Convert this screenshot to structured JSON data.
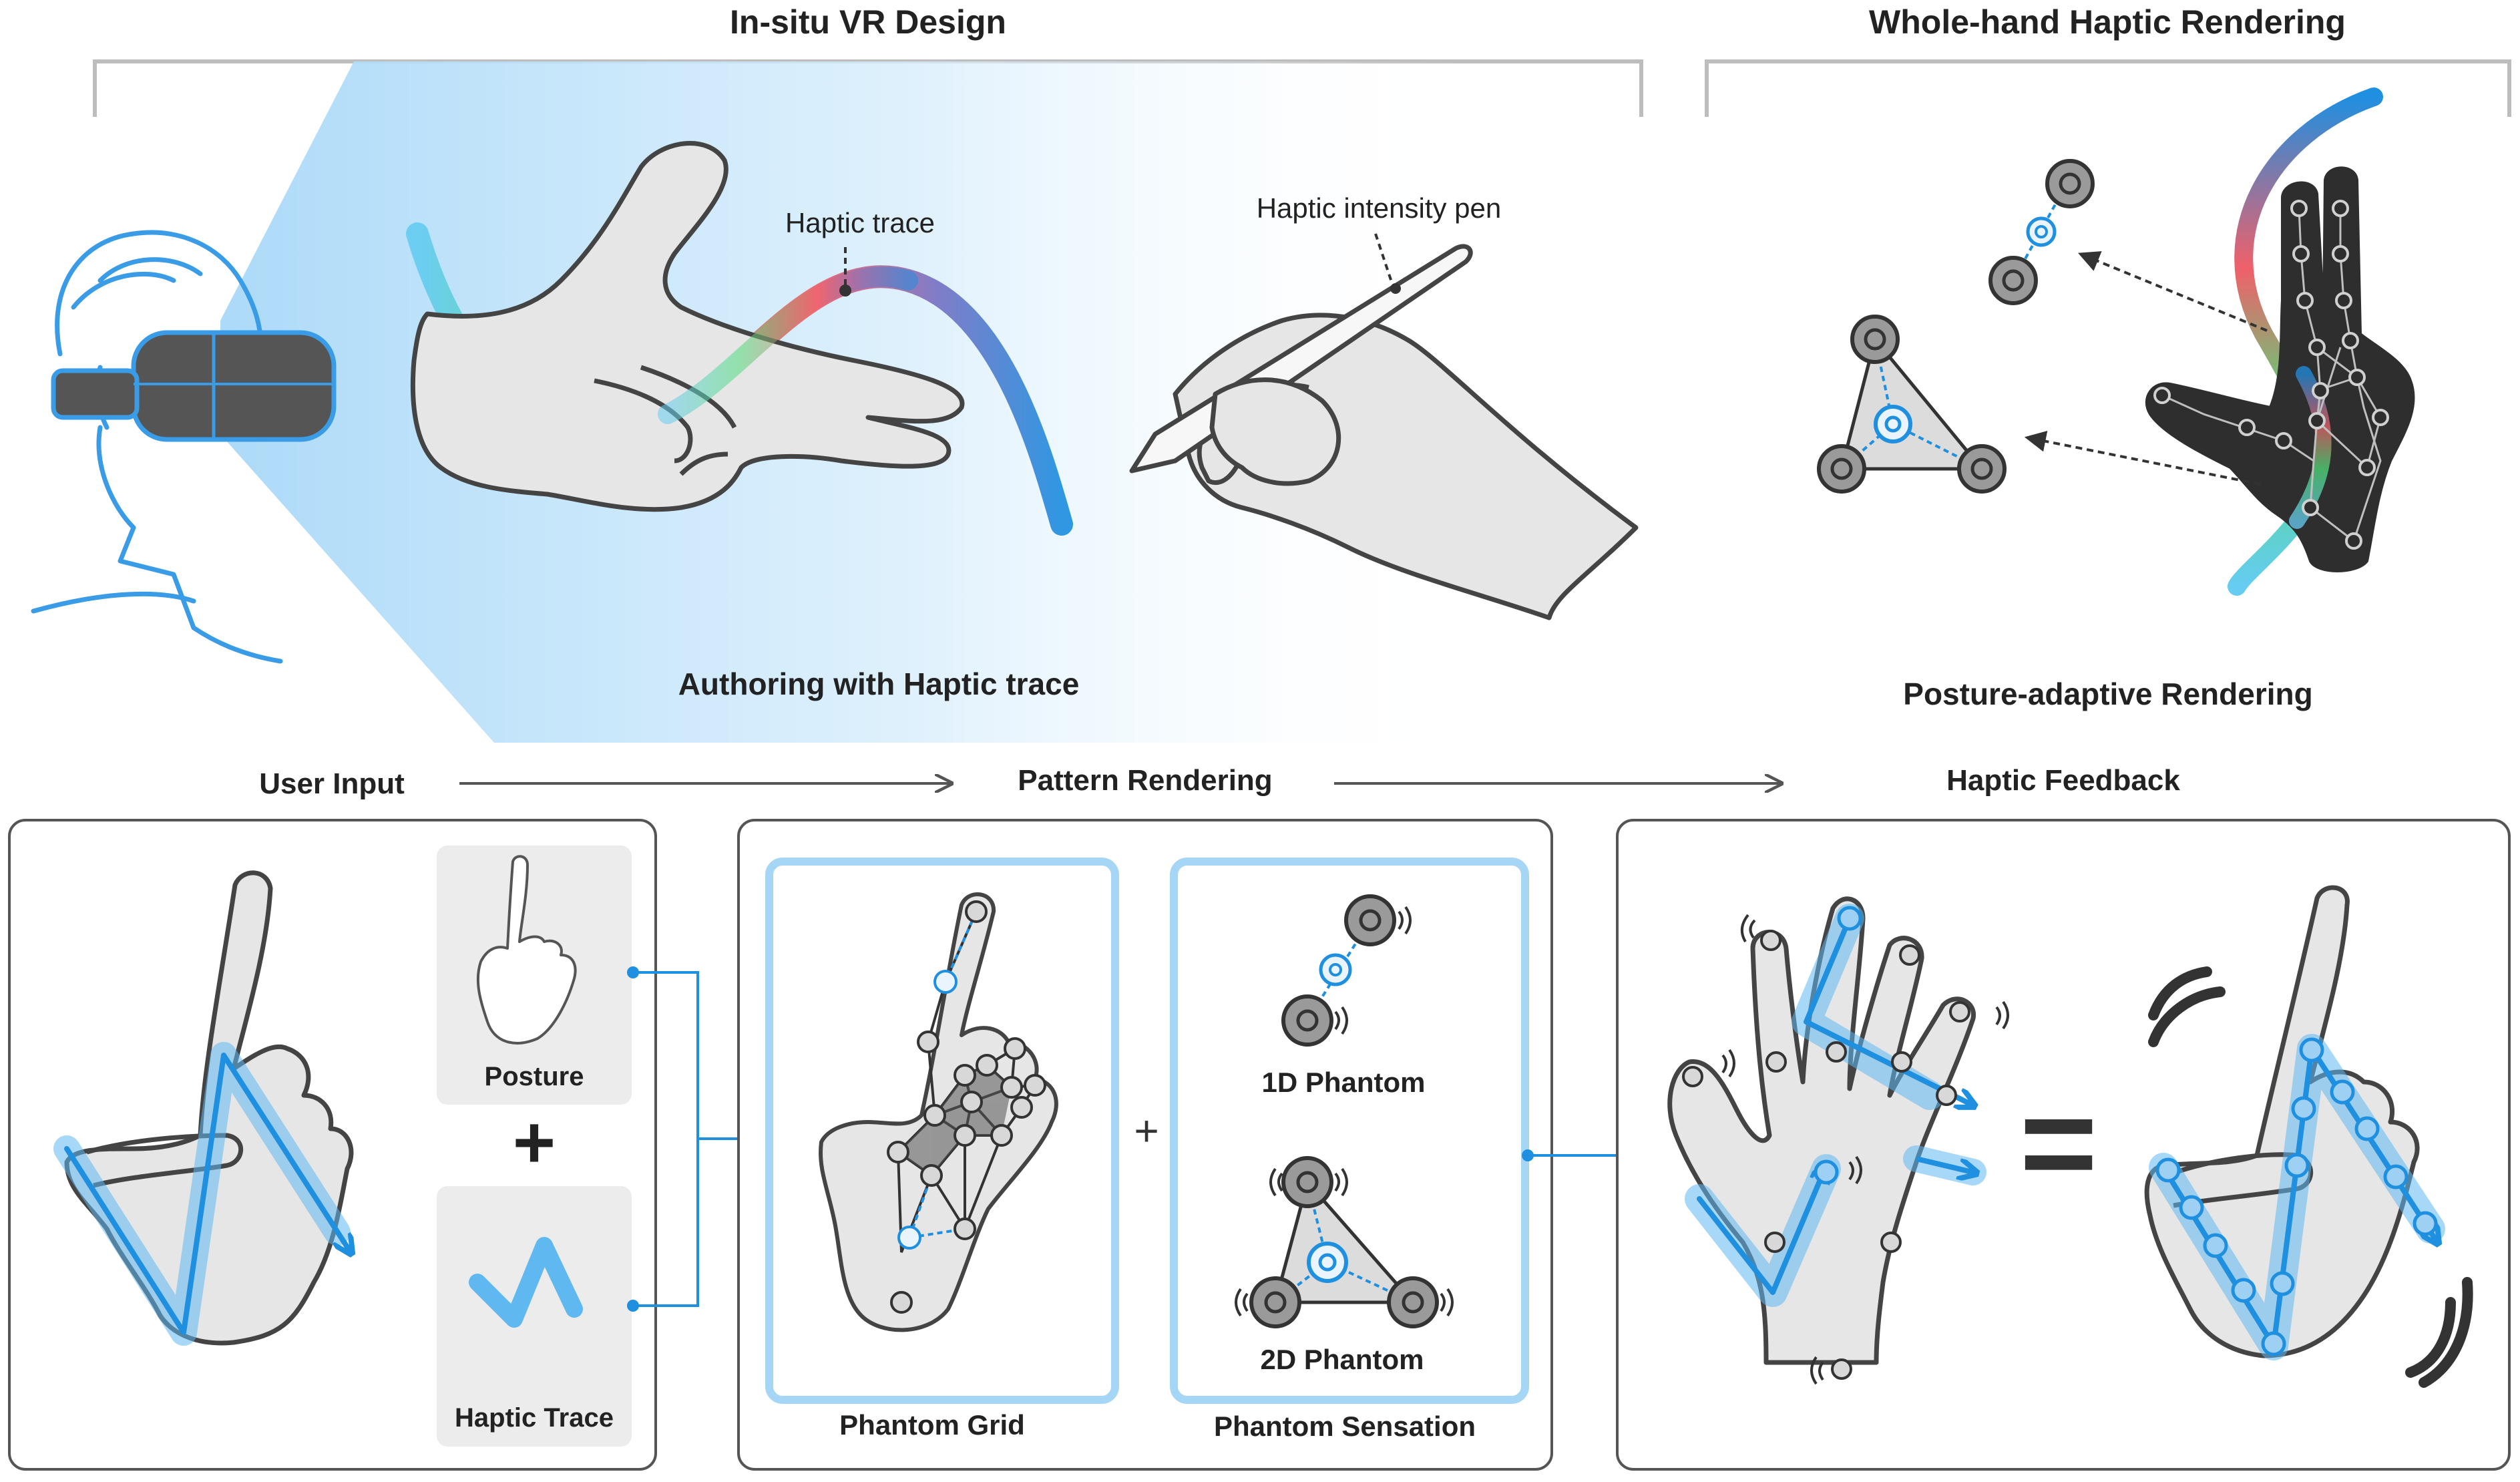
{
  "top": {
    "vr_design_heading": "In-situ VR Design",
    "whole_hand_heading": "Whole-hand Haptic Rendering",
    "haptic_trace_label": "Haptic trace",
    "intensity_pen_label": "Haptic intensity pen",
    "authoring_caption": "Authoring with Haptic trace",
    "posture_adaptive_caption": "Posture-adaptive Rendering"
  },
  "pipeline": {
    "user_input": "User Input",
    "pattern_rendering": "Pattern Rendering",
    "haptic_feedback": "Haptic Feedback"
  },
  "user_input_panel": {
    "posture_label": "Posture",
    "plus_symbol": "+",
    "haptic_trace_label": "Haptic Trace"
  },
  "pattern_panel": {
    "plus_symbol": "+",
    "phantom_1d": "1D Phantom",
    "phantom_2d": "2D Phantom",
    "phantom_grid_caption": "Phantom Grid",
    "phantom_sensation_caption": "Phantom Sensation"
  },
  "feedback_panel": {
    "equals_symbol": "="
  },
  "colors": {
    "accent_blue": "#1f8fe0",
    "light_blue": "#60b8f0",
    "panel_border": "#555555",
    "hand_fill": "#e6e6e6",
    "dark_hand": "#2e2e2e",
    "trace_red": "#f0606a",
    "trace_green": "#4fdc7a"
  }
}
